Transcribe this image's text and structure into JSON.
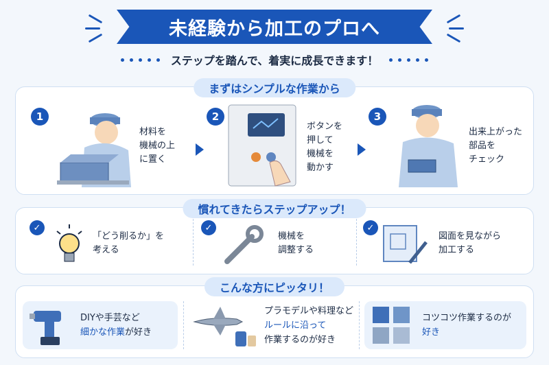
{
  "header": {
    "title": "未経験から加工のプロへ",
    "subtitle": "ステップを踏んで、着実に成長できます！"
  },
  "section1": {
    "heading": "まずはシンプルな作業から",
    "steps": [
      {
        "number": "1",
        "lines": [
          "材料を",
          "機械の上",
          "に置く"
        ],
        "icon": "worker-placing-material-icon"
      },
      {
        "number": "2",
        "lines": [
          "ボタンを",
          "押して",
          "機械を",
          "動かす"
        ],
        "icon": "machine-button-press-icon"
      },
      {
        "number": "3",
        "lines": [
          "出来上がった",
          "部品を",
          "チェック"
        ],
        "icon": "worker-checking-part-icon"
      }
    ]
  },
  "section2": {
    "heading": "慣れてきたらステップアップ！",
    "items": [
      {
        "lines": [
          "「どう削るか」を",
          "考える"
        ],
        "icon": "lightbulb-icon"
      },
      {
        "lines": [
          "機械を",
          "調整する"
        ],
        "icon": "wrench-icon"
      },
      {
        "lines": [
          "図面を見ながら",
          "加工する"
        ],
        "icon": "blueprint-pencil-icon"
      }
    ]
  },
  "section3": {
    "heading": "こんな方にピッタリ！",
    "cards": [
      {
        "line1": "DIYや手芸など",
        "line2_highlight": "細かな作業",
        "line2_rest": "が好き",
        "icon": "power-drill-icon"
      },
      {
        "line1": "プラモデルや料理など",
        "line2_highlight": "ルールに沿って",
        "line3": "作業するのが好き",
        "icon": "model-airplane-icon"
      },
      {
        "line1": "コツコツ作業するのが",
        "line2_highlight": "好き",
        "icon": "puzzle-pieces-icon"
      }
    ]
  },
  "colors": {
    "accent": "#1a56b8",
    "pill_bg": "#dbe9fb",
    "card_bg": "#eaf2fc"
  }
}
